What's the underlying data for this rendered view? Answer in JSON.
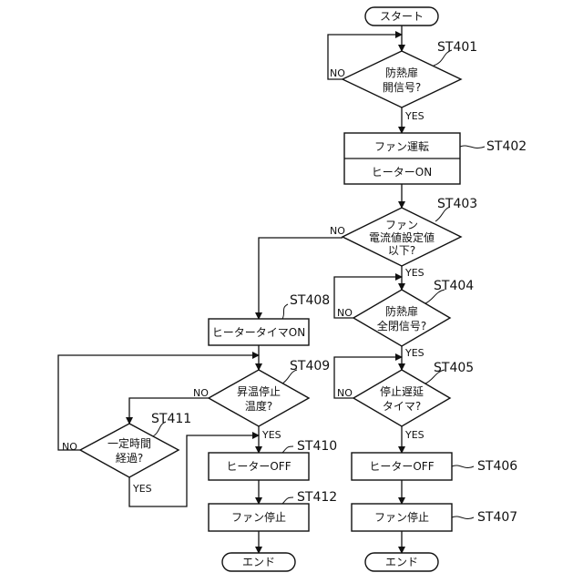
{
  "terminals": {
    "start": "スタート",
    "end_left": "エンド",
    "end_right": "エンド"
  },
  "steps": {
    "st401": {
      "label": "ST401",
      "lines": [
        "防熱扉",
        "開信号?"
      ]
    },
    "st402": {
      "label": "ST402",
      "lines": [
        "ファン運転",
        "ヒーターON"
      ]
    },
    "st403": {
      "label": "ST403",
      "lines": [
        "ファン",
        "電流値設定値",
        "以下?"
      ]
    },
    "st404": {
      "label": "ST404",
      "lines": [
        "防熱扉",
        "全閉信号?"
      ]
    },
    "st405": {
      "label": "ST405",
      "lines": [
        "停止遅延",
        "タイマ?"
      ]
    },
    "st406": {
      "label": "ST406",
      "lines": [
        "ヒーターOFF"
      ]
    },
    "st407": {
      "label": "ST407",
      "lines": [
        "ファン停止"
      ]
    },
    "st408": {
      "label": "ST408",
      "lines": [
        "ヒータータイマON"
      ]
    },
    "st409": {
      "label": "ST409",
      "lines": [
        "昇温停止",
        "温度?"
      ]
    },
    "st410": {
      "label": "ST410",
      "lines": [
        "ヒーターOFF"
      ]
    },
    "st411": {
      "label": "ST411",
      "lines": [
        "一定時間",
        "経過?"
      ]
    },
    "st412": {
      "label": "ST412",
      "lines": [
        "ファン停止"
      ]
    }
  },
  "branch_labels": {
    "yes": "YES",
    "no": "NO"
  }
}
